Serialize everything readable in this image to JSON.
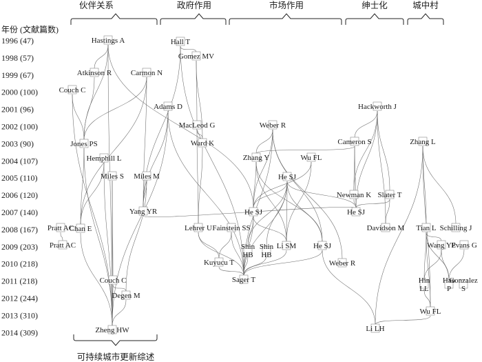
{
  "year_header": "年份 (文献篇数)",
  "categories": [
    "伙伴关系",
    "政府作用",
    "市场作用",
    "绅士化",
    "城中村"
  ],
  "years": [
    "1996 (47)",
    "1998 (57)",
    "1999 (67)",
    "2000 (100)",
    "2001 (96)",
    "2002 (100)",
    "2003 (90)",
    "2004 (107)",
    "2005 (110)",
    "2006 (120)",
    "2007 (140)",
    "2008 (167)",
    "2009 (203)",
    "2010 (218)",
    "2011 (218)",
    "2012 (244)",
    "2013 (310)",
    "2014 (309)"
  ],
  "bottom_label": "可持续城市更新综述",
  "nodes": [
    {
      "id": "hastings",
      "label": "Hastings A"
    },
    {
      "id": "atkinson",
      "label": "Atkinson R"
    },
    {
      "id": "couch2000",
      "label": "Couch C"
    },
    {
      "id": "jones",
      "label": "Jones PS"
    },
    {
      "id": "hemphill",
      "label": "Hemphill L"
    },
    {
      "id": "miless",
      "label": "Miles S"
    },
    {
      "id": "chan",
      "label": "Chan E"
    },
    {
      "id": "pratt1",
      "label": "Pratt AC"
    },
    {
      "id": "pratt2",
      "label": "Pratt AC"
    },
    {
      "id": "couch2011",
      "label": "Couch C"
    },
    {
      "id": "degen",
      "label": "Degen M"
    },
    {
      "id": "zheng",
      "label": "Zheng HW"
    },
    {
      "id": "hall",
      "label": "Hall T"
    },
    {
      "id": "gomez",
      "label": "Gomez MV"
    },
    {
      "id": "carmon",
      "label": "Carmon N"
    },
    {
      "id": "adams",
      "label": "Adams D"
    },
    {
      "id": "macleod",
      "label": "MacLeod G"
    },
    {
      "id": "ward",
      "label": "Ward K"
    },
    {
      "id": "milesm",
      "label": "Miles M"
    },
    {
      "id": "yang",
      "label": "Yang YR"
    },
    {
      "id": "lehrer",
      "label": "Lehrer U"
    },
    {
      "id": "fainstein",
      "label": "Fainstein SS"
    },
    {
      "id": "kuyucu",
      "label": "Kuyucu T"
    },
    {
      "id": "sager",
      "label": "Sager T"
    },
    {
      "id": "weber2002",
      "label": "Weber R"
    },
    {
      "id": "zhangy",
      "label": "Zhang Y"
    },
    {
      "id": "wufl2004",
      "label": "Wu FL"
    },
    {
      "id": "hesj2005",
      "label": "He SJ"
    },
    {
      "id": "hesj2007a",
      "label": "He SJ"
    },
    {
      "id": "shinhb1",
      "label": "Shin\nHB"
    },
    {
      "id": "shinhb2",
      "label": "Shin\nHB"
    },
    {
      "id": "lism",
      "label": "Li SM"
    },
    {
      "id": "hesj2009",
      "label": "He SJ"
    },
    {
      "id": "weber2010",
      "label": "Weber R"
    },
    {
      "id": "hackworth",
      "label": "Hackworth J"
    },
    {
      "id": "cameron",
      "label": "Cameron S"
    },
    {
      "id": "newman",
      "label": "Newman K"
    },
    {
      "id": "slater",
      "label": "Slater T"
    },
    {
      "id": "hesj2007b",
      "label": "He SJ"
    },
    {
      "id": "davidson",
      "label": "Davidson M"
    },
    {
      "id": "lilh",
      "label": "Li LH"
    },
    {
      "id": "zhangl",
      "label": "Zhang L"
    },
    {
      "id": "tianl",
      "label": "Tian L"
    },
    {
      "id": "schilling",
      "label": "Schilling J"
    },
    {
      "id": "wangyp",
      "label": "Wang YP"
    },
    {
      "id": "evans",
      "label": "Evans G"
    },
    {
      "id": "hinll",
      "label": "Hin\nLL"
    },
    {
      "id": "haop",
      "label": "Hao\nP"
    },
    {
      "id": "gonzalez",
      "label": "Gonzalez\nS"
    },
    {
      "id": "wufl2013",
      "label": "Wu FL"
    }
  ],
  "edges": [
    [
      "hastings",
      "atkinson"
    ],
    [
      "hastings",
      "jones"
    ],
    [
      "hastings",
      "zheng"
    ],
    [
      "hastings",
      "hesj2007a"
    ],
    [
      "atkinson",
      "jones"
    ],
    [
      "couch2000",
      "jones"
    ],
    [
      "couch2000",
      "zheng"
    ],
    [
      "carmon",
      "jones"
    ],
    [
      "carmon",
      "chan"
    ],
    [
      "carmon",
      "yang"
    ],
    [
      "jones",
      "chan"
    ],
    [
      "jones",
      "zheng"
    ],
    [
      "hemphill",
      "chan"
    ],
    [
      "hemphill",
      "zheng"
    ],
    [
      "miless",
      "couch2011"
    ],
    [
      "miless",
      "zheng"
    ],
    [
      "chan",
      "zheng"
    ],
    [
      "pratt1",
      "pratt2"
    ],
    [
      "couch2011",
      "degen"
    ],
    [
      "couch2011",
      "zheng"
    ],
    [
      "degen",
      "zheng"
    ],
    [
      "hall",
      "gomez"
    ],
    [
      "hall",
      "sager"
    ],
    [
      "hall",
      "yang"
    ],
    [
      "gomez",
      "macleod"
    ],
    [
      "gomez",
      "ward"
    ],
    [
      "adams",
      "yang"
    ],
    [
      "adams",
      "sager"
    ],
    [
      "adams",
      "zheng"
    ],
    [
      "macleod",
      "ward"
    ],
    [
      "macleod",
      "lehrer"
    ],
    [
      "ward",
      "lehrer"
    ],
    [
      "milesm",
      "yang"
    ],
    [
      "milesm",
      "degen"
    ],
    [
      "yang",
      "hesj2007b"
    ],
    [
      "lehrer",
      "kuyucu"
    ],
    [
      "lehrer",
      "sager"
    ],
    [
      "fainstein",
      "kuyucu"
    ],
    [
      "fainstein",
      "sager"
    ],
    [
      "kuyucu",
      "sager"
    ],
    [
      "weber2002",
      "sager"
    ],
    [
      "weber2002",
      "weber2010"
    ],
    [
      "weber2002",
      "hesj2007a"
    ],
    [
      "weber2002",
      "zhangy"
    ],
    [
      "weber2002",
      "hesj2009"
    ],
    [
      "zhangy",
      "hesj2007a"
    ],
    [
      "zhangy",
      "lism"
    ],
    [
      "zhangy",
      "hesj2009"
    ],
    [
      "wufl2004",
      "lism"
    ],
    [
      "wufl2004",
      "hesj2007a"
    ],
    [
      "hesj2005",
      "hesj2007a"
    ],
    [
      "hesj2005",
      "shinhb1"
    ],
    [
      "hesj2005",
      "shinhb2"
    ],
    [
      "hesj2005",
      "lism"
    ],
    [
      "hesj2005",
      "hesj2009"
    ],
    [
      "hesj2005",
      "sager"
    ],
    [
      "hesj2005",
      "hesj2007b"
    ],
    [
      "hesj2007a",
      "shinhb1"
    ],
    [
      "hesj2007a",
      "lism"
    ],
    [
      "hesj2007a",
      "sager"
    ],
    [
      "shinhb1",
      "sager"
    ],
    [
      "shinhb2",
      "sager"
    ],
    [
      "lism",
      "sager"
    ],
    [
      "hesj2009",
      "lilh"
    ],
    [
      "hesj2009",
      "sager"
    ],
    [
      "hackworth",
      "cameron"
    ],
    [
      "hackworth",
      "newman"
    ],
    [
      "hackworth",
      "slater"
    ],
    [
      "hackworth",
      "hesj2007b"
    ],
    [
      "hackworth",
      "davidson"
    ],
    [
      "cameron",
      "newman"
    ],
    [
      "cameron",
      "hesj2007b"
    ],
    [
      "cameron",
      "zhangy"
    ],
    [
      "newman",
      "hesj2007b"
    ],
    [
      "slater",
      "hesj2007b"
    ],
    [
      "slater",
      "davidson"
    ],
    [
      "zhangl",
      "tianl"
    ],
    [
      "zhangl",
      "wufl2013"
    ],
    [
      "zhangl",
      "lilh"
    ],
    [
      "zhangl",
      "schilling"
    ],
    [
      "tianl",
      "wangyp"
    ],
    [
      "tianl",
      "hinll"
    ],
    [
      "tianl",
      "haop"
    ],
    [
      "tianl",
      "wufl2013"
    ],
    [
      "wangyp",
      "haop"
    ],
    [
      "wangyp",
      "hinll"
    ],
    [
      "evans",
      "haop"
    ],
    [
      "hinll",
      "wufl2013"
    ],
    [
      "wufl2013",
      "lilh"
    ]
  ]
}
